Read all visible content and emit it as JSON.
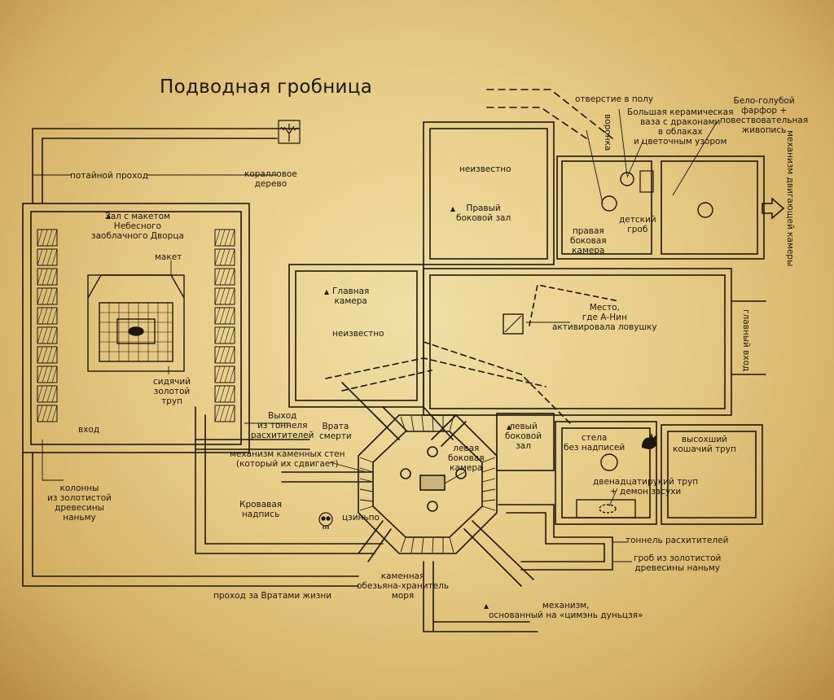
{
  "title": "Подводная гробница",
  "colors": {
    "paper": "#e6cb85",
    "ink": "#1e1710"
  },
  "icons": [
    "coral-tree-icon",
    "skull-icon",
    "cat-icon",
    "arrow-right-icon",
    "coffin-icon",
    "column-icon"
  ],
  "labels": {
    "secret_passage": "потайной проход",
    "coral_tree": "коралловое\nдерево",
    "palace_model_hall": "Зал с макетом\nНебесного\nзаоблачного Дворца",
    "model": "макет",
    "sitting_corpse": "сидячий\nзолотой\nтруп",
    "entrance": "вход",
    "columns": "колонны\nиз золотистой\nдревесины\nнаньму",
    "robbers_exit": "Выход\nиз тоннеля\nрасхитителей",
    "stone_wall_mechanism": "механизм каменных стен\n(который их сдвигает)",
    "bloody_inscription": "Кровавая\nнадпись",
    "qinling": "цзиньпо",
    "death_gate": "Врата\nсмерти",
    "left_side_chamber": "левая\nбоковая\nкамера",
    "stone_monkey": "каменная\nобезьяна-хранитель\nморя",
    "passage_life_gate": "проход за Вратами жизни",
    "mechanism_qimen": "механизм,\nоснованный на «цимэнь дуньцзя»",
    "main_chamber": "Главная\nкамера",
    "unknown_main": "неизвестно",
    "unknown_top": "неизвестно",
    "right_side_hall": "Правый\nбоковой зал",
    "right_side_chamber": "правая\nбоковая\nкамера",
    "child_coffin": "детский\nгроб",
    "hole_in_floor": "отверстие в полу",
    "funnel": "воронка",
    "ceramic_vase": "Большая керамическая\nваза с драконами\nв облаках\nи цветочным узором",
    "porcelain": "Бело-голубой\nфарфор +\nповествовательная\nживопись",
    "moving_chambers": "механизм двигающей камеры",
    "trap_place": "Место,\nгде А-Нин\nактивировала ловушку",
    "main_entrance": "главный вход",
    "left_side_hall": "левый\nбоковой\nзал",
    "stele": "стела\nбез надписей",
    "dried_cat": "высохший\nкошачий труп",
    "twelve_arm_corpse": "двенадцатирукий труп\n+ демон засухи",
    "robbers_tunnel": "тоннель расхитителей",
    "nanmu_coffin": "гроб из золотистой\nдревесины наньму"
  }
}
